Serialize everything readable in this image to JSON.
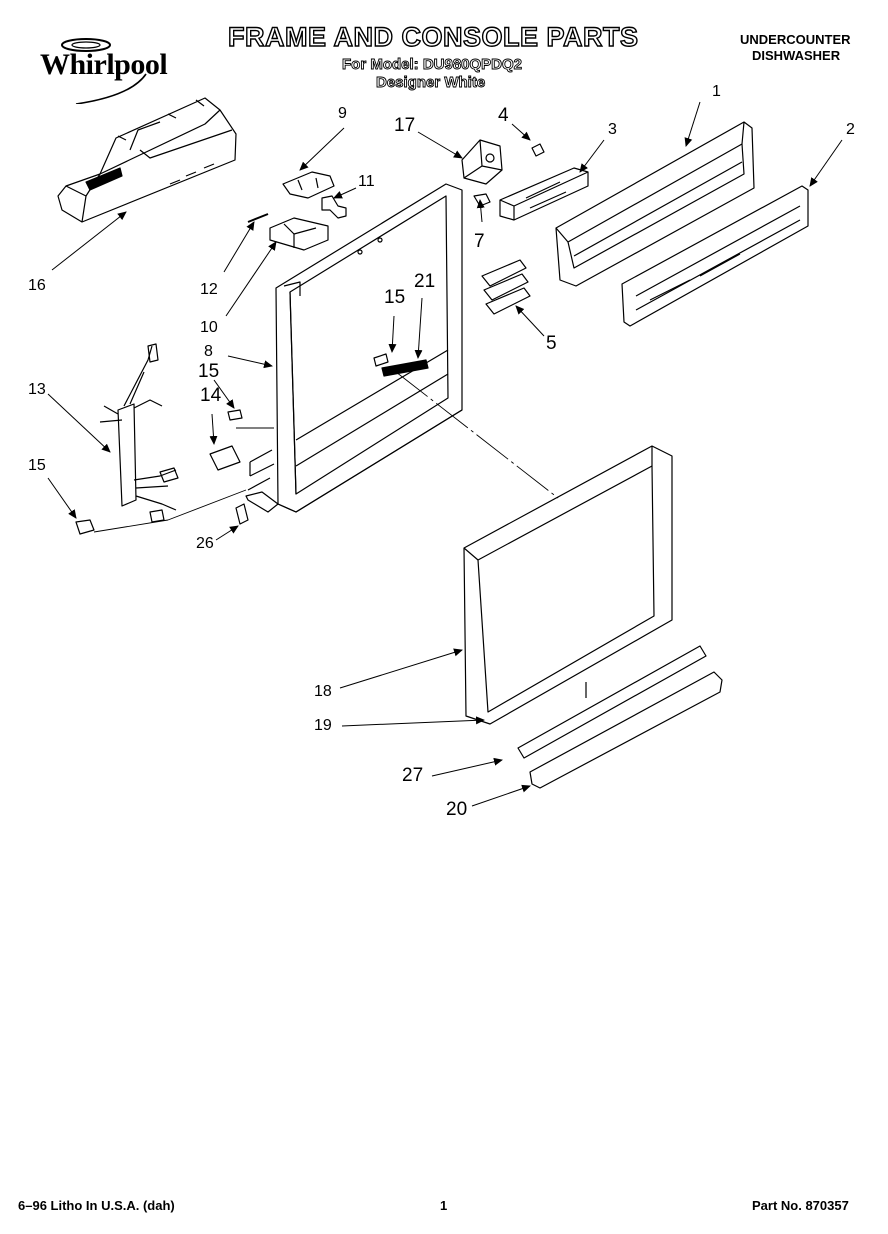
{
  "header": {
    "brand": "Whirlpool",
    "title": "FRAME AND CONSOLE PARTS",
    "model_line": "For Model: DU980QPDQ2",
    "color_line": "Designer White",
    "category_line1": "UNDERCOUNTER",
    "category_line2": "DISHWASHER"
  },
  "footer": {
    "print_info": "6–96 Litho In U.S.A. (dah)",
    "page_number": "1",
    "part_number": "Part No. 870357"
  },
  "callouts": {
    "c1": "1",
    "c2": "2",
    "c3": "3",
    "c4": "4",
    "c5": "5",
    "c7": "7",
    "c8": "8",
    "c9": "9",
    "c10": "10",
    "c11": "11",
    "c12": "12",
    "c13": "13",
    "c14": "14",
    "c15a": "15",
    "c15b": "15",
    "c15c": "15",
    "c16": "16",
    "c17": "17",
    "c18": "18",
    "c19": "19",
    "c20": "20",
    "c21": "21",
    "c26": "26",
    "c27": "27"
  }
}
